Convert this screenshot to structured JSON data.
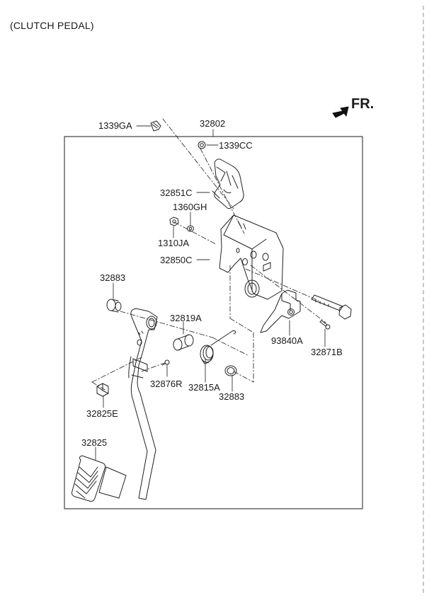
{
  "title": "(CLUTCH PEDAL)",
  "direction_indicator": {
    "label": "FR.",
    "icon": "forward-arrow-icon"
  },
  "diagram": {
    "subject": "Clutch pedal assembly",
    "assembly_part_number": "32802",
    "parts": [
      {
        "id": "1339GA",
        "label": "1339GA"
      },
      {
        "id": "32802",
        "label": "32802"
      },
      {
        "id": "1339CC",
        "label": "1339CC"
      },
      {
        "id": "32851C",
        "label": "32851C"
      },
      {
        "id": "1360GH",
        "label": "1360GH"
      },
      {
        "id": "1310JA",
        "label": "1310JA"
      },
      {
        "id": "32850C",
        "label": "32850C"
      },
      {
        "id": "32883a",
        "label": "32883"
      },
      {
        "id": "32819A",
        "label": "32819A"
      },
      {
        "id": "93840A",
        "label": "93840A"
      },
      {
        "id": "32871B",
        "label": "32871B"
      },
      {
        "id": "32876R",
        "label": "32876R"
      },
      {
        "id": "32815A",
        "label": "32815A"
      },
      {
        "id": "32883b",
        "label": "32883"
      },
      {
        "id": "32825E",
        "label": "32825E"
      },
      {
        "id": "32825",
        "label": "32825"
      }
    ]
  }
}
